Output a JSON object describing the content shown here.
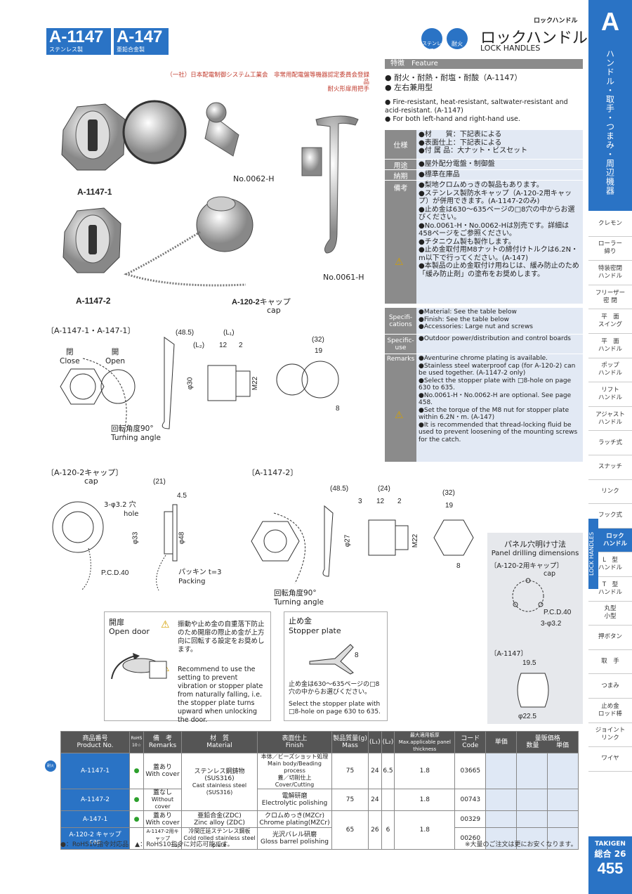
{
  "header": {
    "category_small": "ロックハンドル",
    "title_jp": "ロックハンドル",
    "title_en": "LOCK HANDLES",
    "icon_stainless": "ステンレス",
    "icon_fireproof": "耐火"
  },
  "products": [
    {
      "code": "A-1147",
      "sub": "ステンレス製"
    },
    {
      "code": "A-147",
      "sub": "亜鉛合金製"
    }
  ],
  "certification": {
    "line1": "（一社）日本配電制御システム工業会　非常用配電盤等機器認定委員会登録品",
    "line2": "耐火形扉用把手"
  },
  "images": {
    "a1": "A-1147-1",
    "a2": "A-1147-2",
    "cap": "A-120-2",
    "cap_jp": "キャップ",
    "cap_en": "cap",
    "key": "No.0062-H",
    "handle": "No.0061-H"
  },
  "feature": {
    "header_jp": "特徴",
    "header_en": "Feature",
    "jp": [
      "耐火・耐熱・耐塩・耐酸（A-1147）",
      "左右兼用型"
    ],
    "en": [
      "Fire-resistant, heat-resistant, saltwater-resistant and acid-resistant. (A-1147)",
      "For both left-hand and right-hand use."
    ]
  },
  "spec_jp": [
    {
      "label": "仕様",
      "lines": [
        "●材　　質：下記表による",
        "●表面仕上：下記表による",
        "●付 属 品：大ナット・ビスセット"
      ]
    },
    {
      "label": "用途",
      "lines": [
        "●屋外配分電盤・制御盤"
      ]
    },
    {
      "label": "納期",
      "lines": [
        "●標準在庫品"
      ]
    },
    {
      "label": "備考",
      "lines": [
        "●梨地クロムめっきの製品もあります。",
        "●ステンレス製防水キャップ（A-120-2用キャップ）が併用できます。(A-1147-2のみ)",
        "●止め金は630〜635ページの□8穴の中からお選びください。",
        "●No.0061-H・No.0062-Hは別売です。詳細は458ページをご参照ください。",
        "●チタニウム製も製作します。",
        "●止め金取付用M8ナットの締付けトルクは6.2N・m以下で行ってください。(A-147)",
        "●本製品の止め金取付け用ねじは、緩み防止のため「緩み防止剤」の塗布をお奨めします。"
      ]
    }
  ],
  "spec_en": [
    {
      "label": "Specifi-\ncations",
      "lines": [
        "●Material: See the table below",
        "●Finish: See the table below",
        "●Accessories: Large nut and screws"
      ]
    },
    {
      "label": "Specific-\nuse",
      "lines": [
        "●Outdoor power/distribution and control boards"
      ]
    },
    {
      "label": "Remarks",
      "lines": [
        "●Aventurine chrome plating is available.",
        "●Stainless steel waterproof cap (for A-120-2) can be used together. (A-1147-2 only)",
        "●Select the stopper plate with □8-hole on page 630 to 635.",
        "●No.0061-H・No.0062-H are optional. See page 458.",
        "●Set the torque of the M8 nut for stopper plate within 6.2N・m. (A-147)",
        "●It is recommended that thread-locking fluid be used to prevent loosening of the mounting screws for the catch."
      ]
    }
  ],
  "drawings": {
    "d1_title": "〔A-1147-1・A-147-1〕",
    "close_jp": "閉",
    "close_en": "Close",
    "open_jp": "開",
    "open_en": "Open",
    "turn_jp": "回転角度90°",
    "turn_en": "Turning angle",
    "d1_dims": [
      "(48.5)",
      "(L₁)",
      "(L₂)",
      "12",
      "2",
      "φ30",
      "M22",
      "(32)",
      "19",
      "8"
    ],
    "d2_title": "〔A-120-2キャップ〕",
    "d2_sub": "cap",
    "hole_jp": "3-φ3.2 穴",
    "hole_en": "hole",
    "pcd": "P.C.D.40",
    "packing_jp": "パッキン t=3",
    "packing_en": "Packing",
    "d2_dims": [
      "(21)",
      "4.5",
      "φ33",
      "φ48"
    ],
    "d3_title": "〔A-1147-2〕",
    "d3_dims": [
      "(48.5)",
      "(24)",
      "3",
      "12",
      "2",
      "φ27",
      "M22",
      "(32)",
      "19",
      "8"
    ]
  },
  "panel": {
    "title_jp": "パネル穴明け寸法",
    "title_en": "Panel drilling dimensions",
    "cap_title": "〔A-120-2用キャップ〕",
    "cap_sub": "cap",
    "pcd": "P.C.D.40",
    "holes": "3-φ3.2",
    "a1147_title": "〔A-1147〕",
    "w": "19.5",
    "d": "φ22.5"
  },
  "open_door": {
    "title_jp": "開扉",
    "title_en": "Open door",
    "jp": "振動や止め金の自重落下防止のため開扉の際止め金が上方向に回転する設定をお奨めします。",
    "en": "Recommend to use the setting to prevent vibration or stopper plate from naturally falling, i.e. the stopper plate turns upward when unlocking the door."
  },
  "stopper": {
    "title_jp": "止め金",
    "title_en": "Stopper plate",
    "jp": "止め金は630〜635ページの□8穴の中からお選びください。",
    "en": "Select the stopper plate with □8-hole on page 630 to 635.",
    "dim": "8"
  },
  "table": {
    "headers": {
      "pn_jp": "商品番号",
      "pn_en": "Product No.",
      "rohs": "RoHS 10☆",
      "rem_jp": "備　考",
      "rem_en": "Remarks",
      "mat_jp": "材　質",
      "mat_en": "Material",
      "fin_jp": "表面仕上",
      "fin_en": "Finish",
      "mass_jp": "製品質量(g)",
      "mass_en": "Mass",
      "l1": "(L₁)",
      "l2": "(L₂)",
      "thick_jp": "最大適用板厚",
      "thick_en": "Max.applicable panel thickness",
      "code_jp": "コード",
      "code_en": "Code",
      "price": "単価",
      "vol": "量販価格",
      "qty": "数量",
      "unit": "単価"
    },
    "rows": [
      {
        "pn": "A-1147-1",
        "rohs": "●",
        "rem_jp": "蓋あり",
        "rem_en": "With cover",
        "mat_jp": "ステンレス鋼鋳物(SUS316)",
        "mat_en": "Cast stainless steel (SUS316)",
        "fin_jp": "本体／ビーズショット処理",
        "fin_en": "Main body/Beading process",
        "fin_jp2": "蓋／切削仕上",
        "fin_en2": "Cover/Cutting",
        "mass": "75",
        "l1": "24",
        "l2": "6.5",
        "thick": "1.8",
        "code": "03665"
      },
      {
        "pn": "A-1147-2",
        "rohs": "●",
        "rem_jp": "蓋なし",
        "rem_en": "Without cover",
        "mat_jp": "",
        "mat_en": "",
        "fin_jp": "電解研磨",
        "fin_en": "Electrolytic polishing",
        "fin_jp2": "",
        "fin_en2": "",
        "mass": "75",
        "l1": "24",
        "l2": "",
        "thick": "1.8",
        "code": "00743"
      },
      {
        "pn": "A-147-1",
        "rohs": "●",
        "rem_jp": "蓋あり",
        "rem_en": "With cover",
        "mat_jp": "亜鉛合金(ZDC)",
        "mat_en": "Zinc alloy (ZDC)",
        "fin_jp": "クロムめっき(MZCr)",
        "fin_en": "Chrome plating(MZCr)",
        "fin_jp2": "",
        "fin_en2": "",
        "mass": "65",
        "l1": "26",
        "l2": "6",
        "thick": "1.8",
        "code": "00329"
      },
      {
        "pn": "A-120-2 キャップ",
        "pn2": "cap",
        "rohs": "",
        "rem_jp": "A-1147-2用キャップ",
        "rem_en": "cap",
        "mat_jp": "冷間圧延ステンレス鋼板",
        "mat_en": "Cold rolled stainless steel plate",
        "fin_jp": "光沢バレル研磨",
        "fin_en": "Gloss barrel polishing",
        "fin_jp2": "",
        "fin_en2": "",
        "mass": "",
        "l1": "",
        "l2": "",
        "thick": "",
        "code": "00260"
      }
    ]
  },
  "footer": {
    "legend": "●：RoHS10指令対応品　▲：RoHS10指令に対応可能です。",
    "note": "※大量のご注文は更にお安くなります。",
    "brand": "TAKIGEN",
    "total": "総合 26",
    "page": "455"
  },
  "sidebar": {
    "letter": "A",
    "vertical": "ハンドル・取手・つまみ・周辺機器",
    "vertical_en": "LOCK HANDLES",
    "items": [
      "クレモン",
      "ローラー\n締り",
      "特装密閉\nハンドル",
      "フリーザー\n密 閉",
      "平　面\nスイング",
      "平　面\nハンドル",
      "ポップ\nハンドル",
      "リフト\nハンドル",
      "アジャスト\nハンドル",
      "ラッチ式",
      "スナッチ",
      "リンク",
      "フック式",
      "ロック\nハンドル",
      "L　型\nハンドル",
      "T　型\nハンドル",
      "丸型\n小型",
      "押ボタン",
      "取　手",
      "つまみ",
      "止め金\nロッド棒",
      "ジョイント\nリンク",
      "ワイヤ"
    ],
    "active_index": 13
  },
  "colors": {
    "accent": "#2a73c5",
    "spec_bg": "#e2e9f4",
    "label_gray": "#8b8b8b"
  }
}
